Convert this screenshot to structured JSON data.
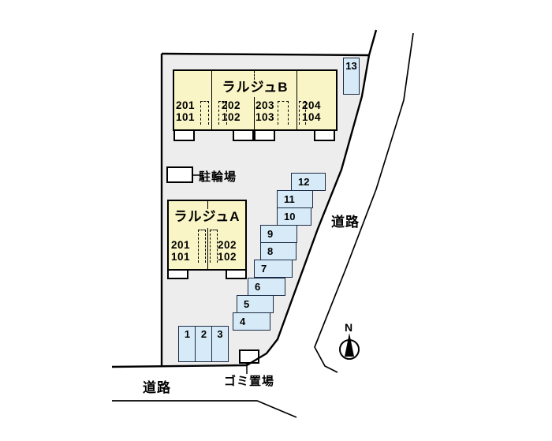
{
  "labels": {
    "road_right": "道路",
    "road_bottom": "道路",
    "bicycle_parking": "駐輪場",
    "garbage_area": "ゴミ置場",
    "north": "N"
  },
  "buildings": {
    "b": {
      "name": "ラルジュB",
      "units": [
        {
          "upper": "201",
          "lower": "101"
        },
        {
          "upper": "202",
          "lower": "102"
        },
        {
          "upper": "203",
          "lower": "103"
        },
        {
          "upper": "204",
          "lower": "104"
        }
      ]
    },
    "a": {
      "name": "ラルジュA",
      "units": [
        {
          "upper": "201",
          "lower": "101"
        },
        {
          "upper": "202",
          "lower": "102"
        }
      ]
    }
  },
  "parking": {
    "stalls": {
      "p1": "1",
      "p2": "2",
      "p3": "3",
      "p4": "4",
      "p5": "5",
      "p6": "6",
      "p7": "7",
      "p8": "8",
      "p9": "9",
      "p10": "10",
      "p11": "11",
      "p12": "12",
      "p13": "13"
    }
  },
  "colors": {
    "site_fill": "#ededed",
    "building_fill": "#f9f5c6",
    "parking_fill": "#d6eaf7",
    "parking_border": "#1c2b45",
    "outline": "#000000"
  }
}
